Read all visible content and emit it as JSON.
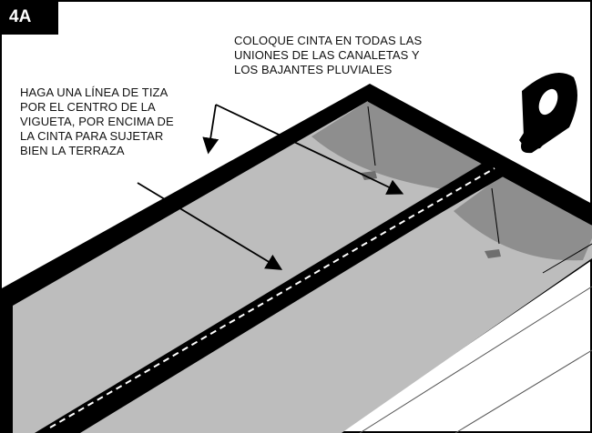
{
  "step": {
    "label": "4A"
  },
  "callouts": {
    "tape": [
      "COLOQUE CINTA EN TODAS LAS",
      "UNIONES DE LAS CANALETAS Y",
      "LOS BAJANTES PLUVIALES"
    ],
    "chalk": [
      "HAGA UNA LÍNEA DE TIZA",
      "POR EL CENTRO DE LA",
      "VIGUETA, POR ENCIMA DE",
      "LA CINTA PARA SUJETAR",
      "BIEN LA TERRAZA"
    ]
  },
  "colors": {
    "frame": "#000000",
    "panel": "#bdbdbd",
    "shadow": "#8e8e8e",
    "chalk": "#ffffff",
    "background": "#ffffff"
  },
  "icons": [
    "tape-roll-icon",
    "pointer-arrow"
  ]
}
